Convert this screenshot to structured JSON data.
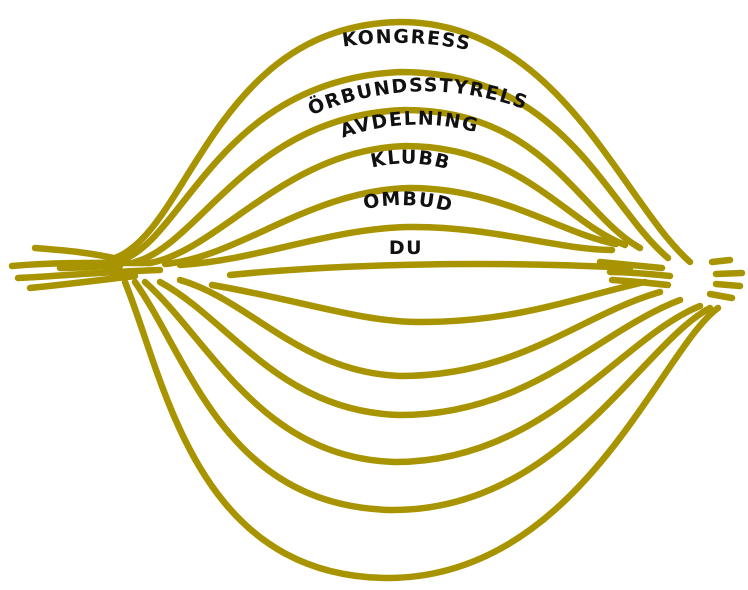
{
  "diagram": {
    "layers": [
      {
        "id": "kongress",
        "label": "KONGRESS"
      },
      {
        "id": "forbundsstyrelse",
        "label": "FÖRBUNDSSTYRELSE"
      },
      {
        "id": "avdelning",
        "label": "AVDELNING"
      },
      {
        "id": "klubb",
        "label": "KLUBB"
      },
      {
        "id": "ombud",
        "label": "OMBUD"
      },
      {
        "id": "du",
        "label": "DU"
      }
    ]
  },
  "colors": {
    "stroke": "#a89400",
    "text": "#111111",
    "background": "#ffffff"
  }
}
